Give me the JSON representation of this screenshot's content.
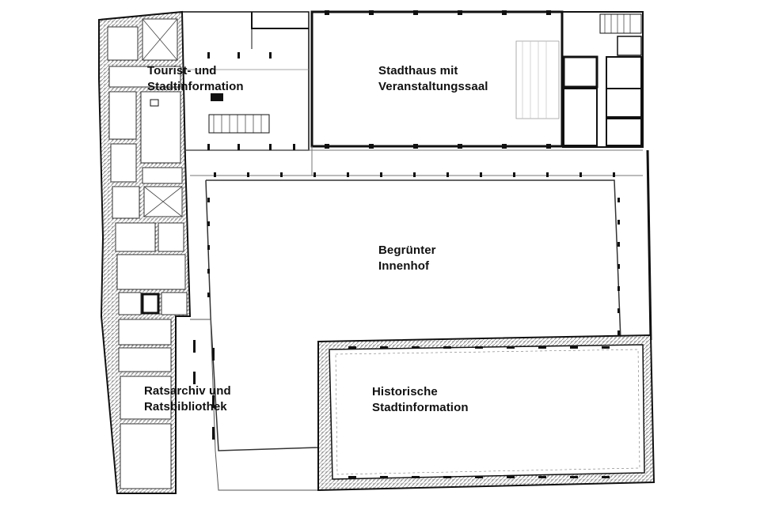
{
  "plan": {
    "colors": {
      "wall": "#111111",
      "hatch": "#999999",
      "line": "#777777"
    },
    "rooms": [
      {
        "id": "tourist-info",
        "label": "Tourist- und\nStadtinformation"
      },
      {
        "id": "stadthaus",
        "label": "Stadthaus mit\nVeranstaltungssaal"
      },
      {
        "id": "innenhof",
        "label": "Begrünter\nInnenhof"
      },
      {
        "id": "ratsarchiv",
        "label": "Ratsarchiv und\nRatsbibliothek"
      },
      {
        "id": "historische",
        "label": "Historische\nStadtinformation"
      }
    ]
  }
}
